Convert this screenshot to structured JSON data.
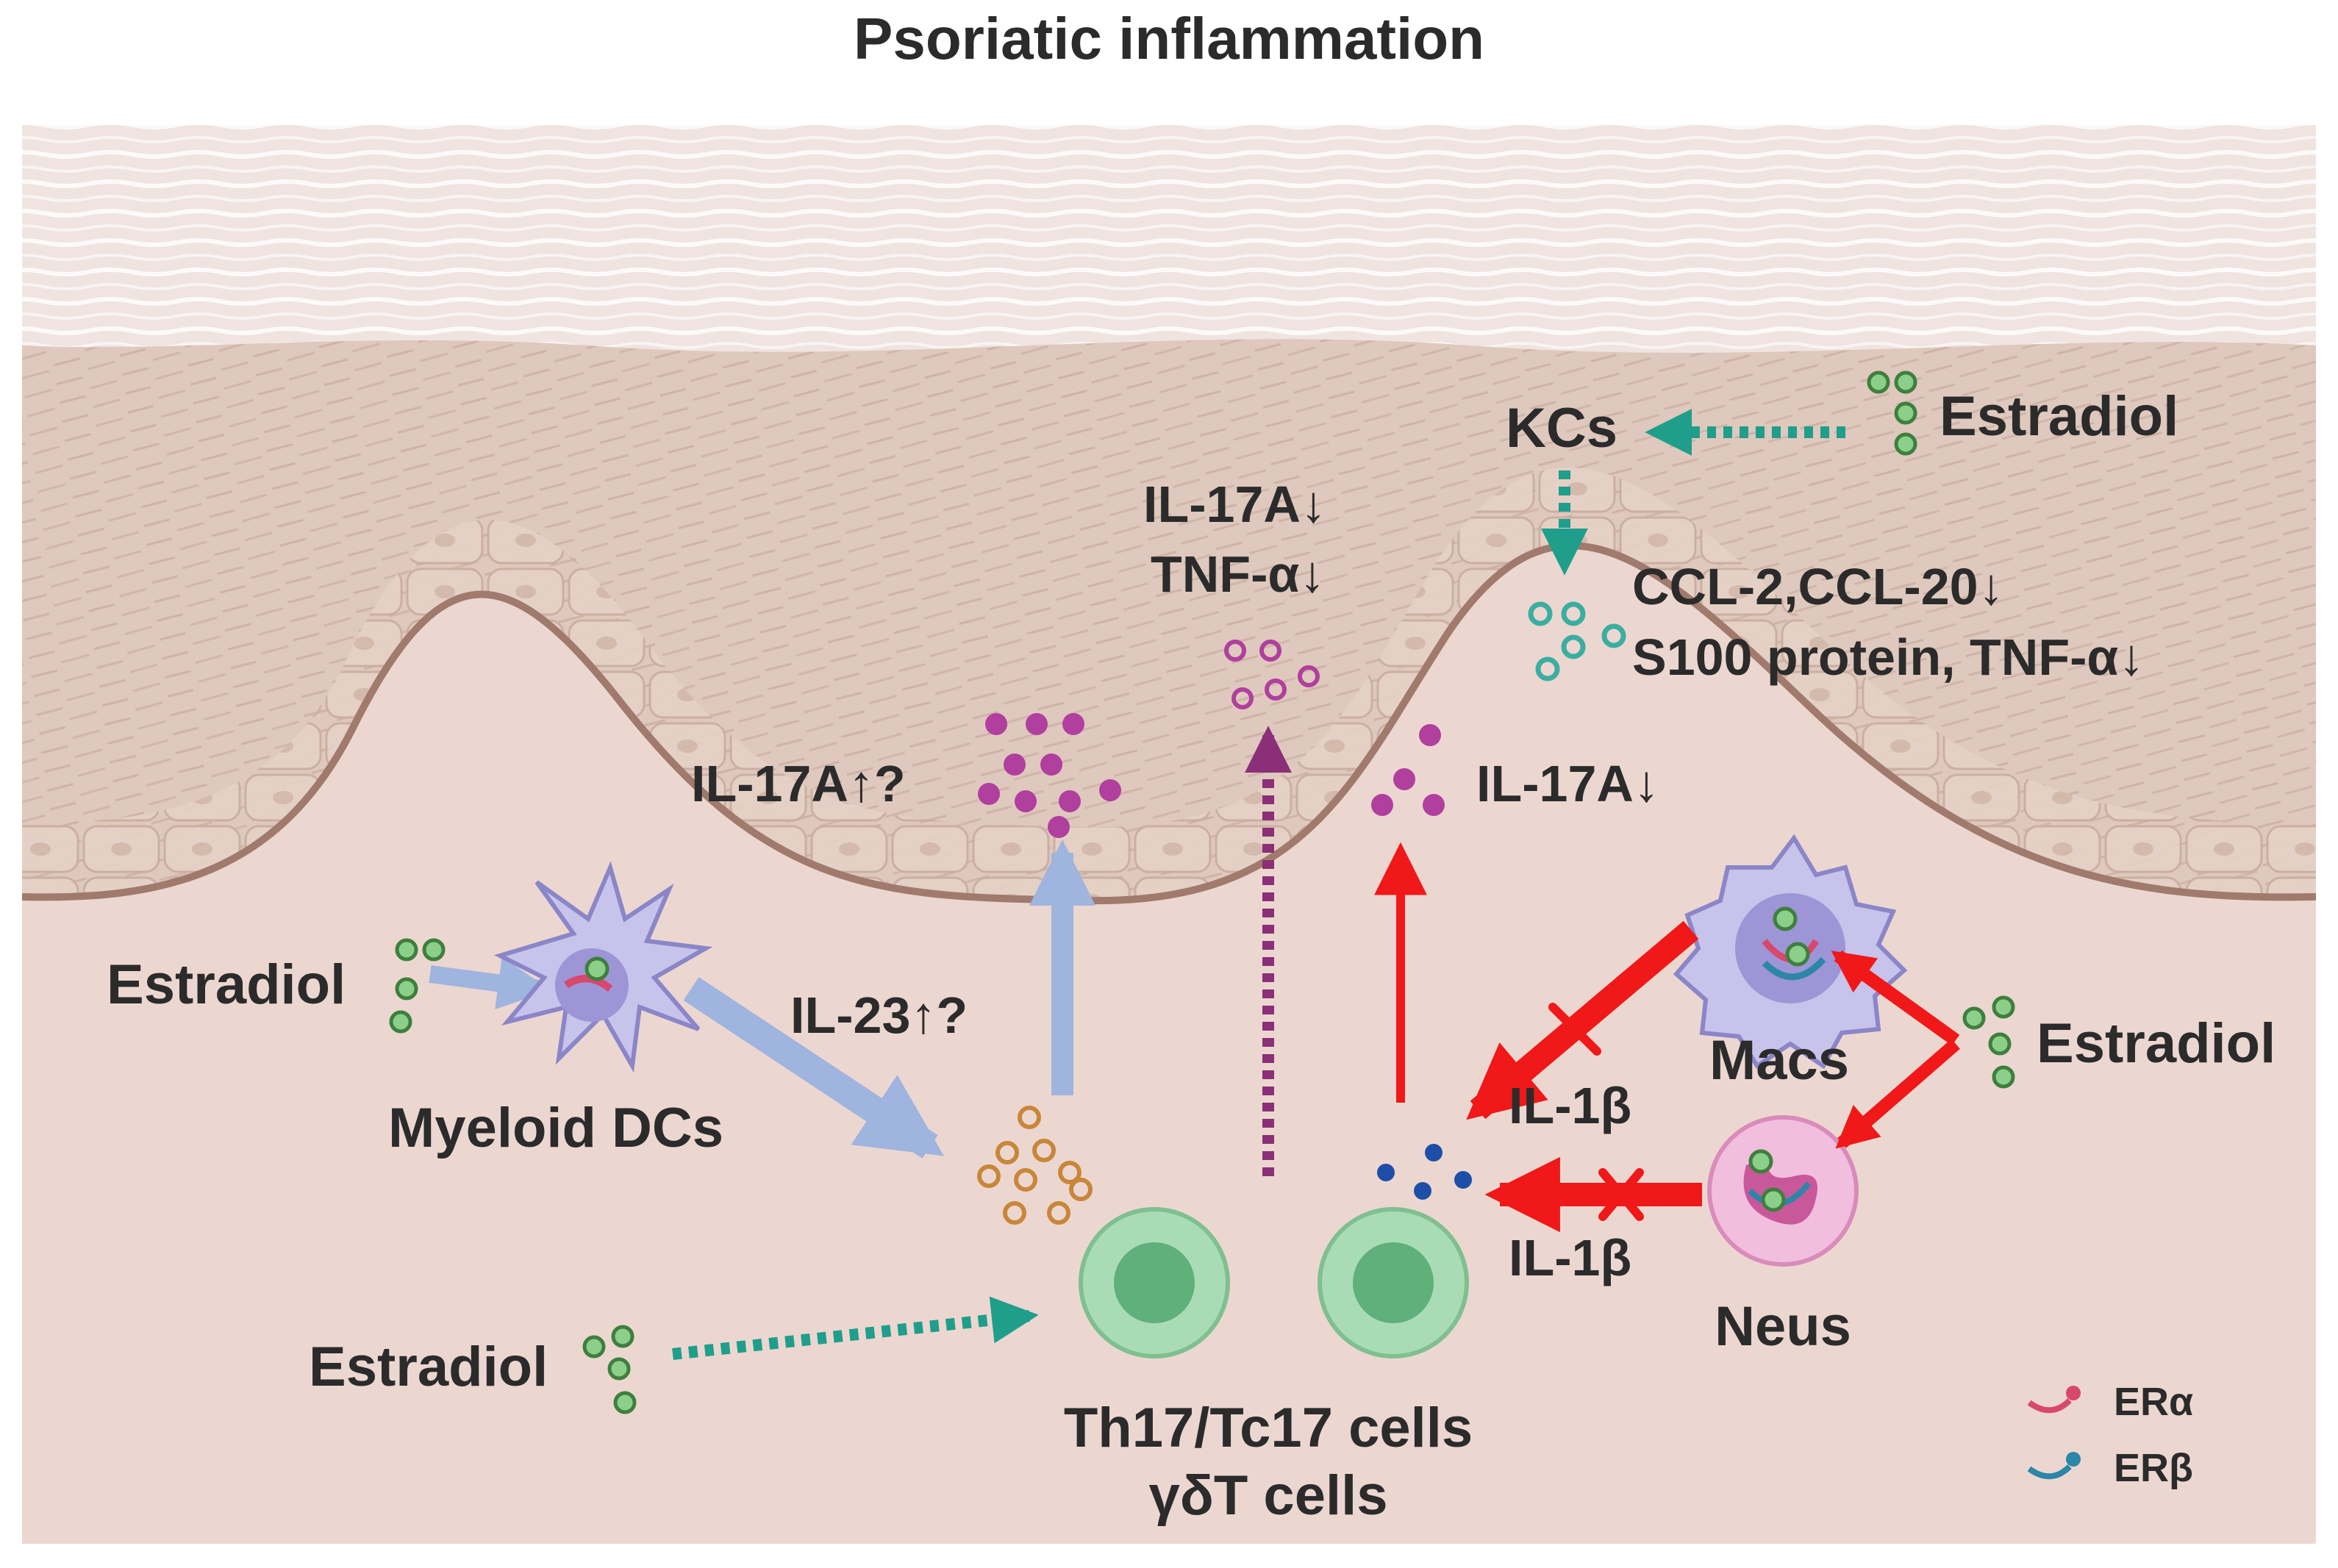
{
  "figure": {
    "title": "Psoriatic inflammation",
    "colors": {
      "stratum_corneum": "#efe4e0",
      "epidermis": "#dfc8bd",
      "basement_membrane": "#a07a6c",
      "dermis": "#ecd7d0",
      "estradiol_dot": "#8ccf8a",
      "teal_arrow": "#1f9e8c",
      "blue_arrow": "#9fb4de",
      "red_arrow": "#f01818",
      "purple_arrow": "#8a2f78",
      "magenta_dot": "#b03f9e",
      "orange_dot": "#c9863a",
      "navy_dot": "#1e4fa8",
      "t_cell": "#a9dcb4",
      "er_alpha": "#d8476c",
      "er_beta": "#2c86a8"
    },
    "labels": {
      "estradiol_kc": "Estradiol",
      "kcs": "KCs",
      "ccl_line": "CCL-2,CCL-20↓",
      "s100_line": "S100 protein, TNF-α↓",
      "il17a_top": "IL-17A↓",
      "tnfa_top": "TNF-α↓",
      "il17a_up": "IL-17A↑?",
      "il17a_right": "IL-17A↓",
      "estradiol_left": "Estradiol",
      "myeloid": "Myeloid DCs",
      "il23": "IL-23↑?",
      "estradiol_bottom": "Estradiol",
      "tcells_1": "Th17/Tc17 cells",
      "tcells_2": "γδT cells",
      "il1b_top": "IL-1β",
      "il1b_bottom": "IL-1β",
      "macs": "Macs",
      "neus": "Neus",
      "estradiol_right": "Estradiol"
    },
    "legend": {
      "era": "ERα",
      "erb": "ERβ"
    },
    "icons": [
      "estradiol-molecule-icon",
      "dendritic-cell-icon",
      "macrophage-icon",
      "neutrophil-icon",
      "t-cell-icon",
      "receptor-icon"
    ]
  }
}
